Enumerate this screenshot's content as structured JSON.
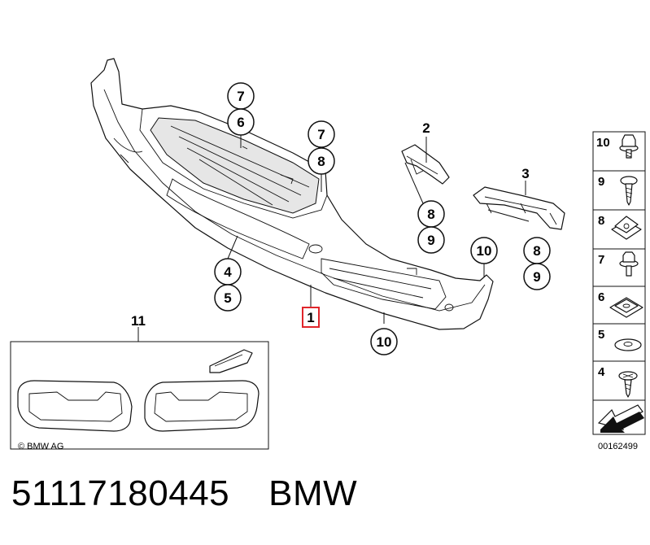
{
  "callouts": [
    {
      "label": "7"
    },
    {
      "label": "6"
    },
    {
      "label": "7"
    },
    {
      "label": "8"
    },
    {
      "label": "2"
    },
    {
      "label": "8"
    },
    {
      "label": "9"
    },
    {
      "label": "3"
    },
    {
      "label": "8"
    },
    {
      "label": "9"
    },
    {
      "label": "10"
    },
    {
      "label": "4"
    },
    {
      "label": "5"
    },
    {
      "label": "1"
    },
    {
      "label": "10"
    },
    {
      "label": "11"
    }
  ],
  "sidebar": {
    "items": [
      {
        "label": "10",
        "icon": "hex-flange-bolt-icon"
      },
      {
        "label": "9",
        "icon": "sheet-metal-screw-icon"
      },
      {
        "label": "8",
        "icon": "clip-nut-icon"
      },
      {
        "label": "7",
        "icon": "flange-bolt-icon"
      },
      {
        "label": "6",
        "icon": "square-nut-icon"
      },
      {
        "label": "5",
        "icon": "washer-icon"
      },
      {
        "label": "4",
        "icon": "body-screw-icon"
      }
    ],
    "diagram_code": "00162499"
  },
  "copyright": "© BMW AG",
  "footer": {
    "part_number": "51117180445",
    "brand": "BMW"
  }
}
